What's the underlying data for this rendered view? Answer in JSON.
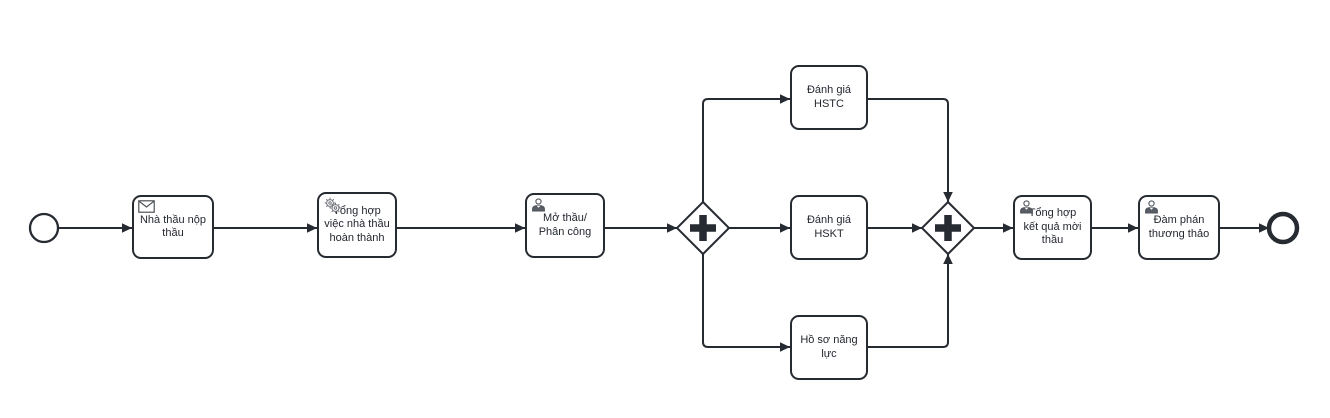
{
  "diagram": {
    "type": "bpmn-process",
    "colors": {
      "stroke": "#262a31",
      "text": "#23272f",
      "shape_fill": "#ffffff",
      "icon": "#5a5e66"
    },
    "nodes": {
      "start_event": {
        "type": "start-event",
        "label": ""
      },
      "task_nop_thau": {
        "type": "receive-task",
        "icon": "message-envelope-icon",
        "label": "Nhà thầu nộp thầu"
      },
      "task_tong_hop_viec": {
        "type": "service-task",
        "icon": "service-gears-icon",
        "label": "Tổng hợp việc nhà thầu hoàn thành"
      },
      "task_mo_thau": {
        "type": "user-task",
        "icon": "user-icon",
        "label": "Mở thầu/ Phân công"
      },
      "gateway_split": {
        "type": "parallel-gateway",
        "label": ""
      },
      "task_danh_gia_hstc": {
        "type": "task",
        "label": "Đánh giá HSTC"
      },
      "task_danh_gia_hskt": {
        "type": "task",
        "label": "Đánh giá HSKT"
      },
      "task_ho_so_nang_luc": {
        "type": "task",
        "label": "Hồ sơ năng lực"
      },
      "gateway_join": {
        "type": "parallel-gateway",
        "label": ""
      },
      "task_tong_hop_ket_qua": {
        "type": "user-task",
        "icon": "user-icon",
        "label": "Tổng hợp kết quả mời thầu"
      },
      "task_dam_phan": {
        "type": "user-task",
        "icon": "user-icon",
        "label": "Đàm phán thương thảo"
      },
      "end_event": {
        "type": "end-event",
        "label": ""
      }
    },
    "flows": [
      {
        "from": "start_event",
        "to": "task_nop_thau"
      },
      {
        "from": "task_nop_thau",
        "to": "task_tong_hop_viec"
      },
      {
        "from": "task_tong_hop_viec",
        "to": "task_mo_thau"
      },
      {
        "from": "task_mo_thau",
        "to": "gateway_split"
      },
      {
        "from": "gateway_split",
        "to": "task_danh_gia_hstc"
      },
      {
        "from": "gateway_split",
        "to": "task_danh_gia_hskt"
      },
      {
        "from": "gateway_split",
        "to": "task_ho_so_nang_luc"
      },
      {
        "from": "task_danh_gia_hstc",
        "to": "gateway_join"
      },
      {
        "from": "task_danh_gia_hskt",
        "to": "gateway_join"
      },
      {
        "from": "task_ho_so_nang_luc",
        "to": "gateway_join"
      },
      {
        "from": "gateway_join",
        "to": "task_tong_hop_ket_qua"
      },
      {
        "from": "task_tong_hop_ket_qua",
        "to": "task_dam_phan"
      },
      {
        "from": "task_dam_phan",
        "to": "end_event"
      }
    ]
  }
}
